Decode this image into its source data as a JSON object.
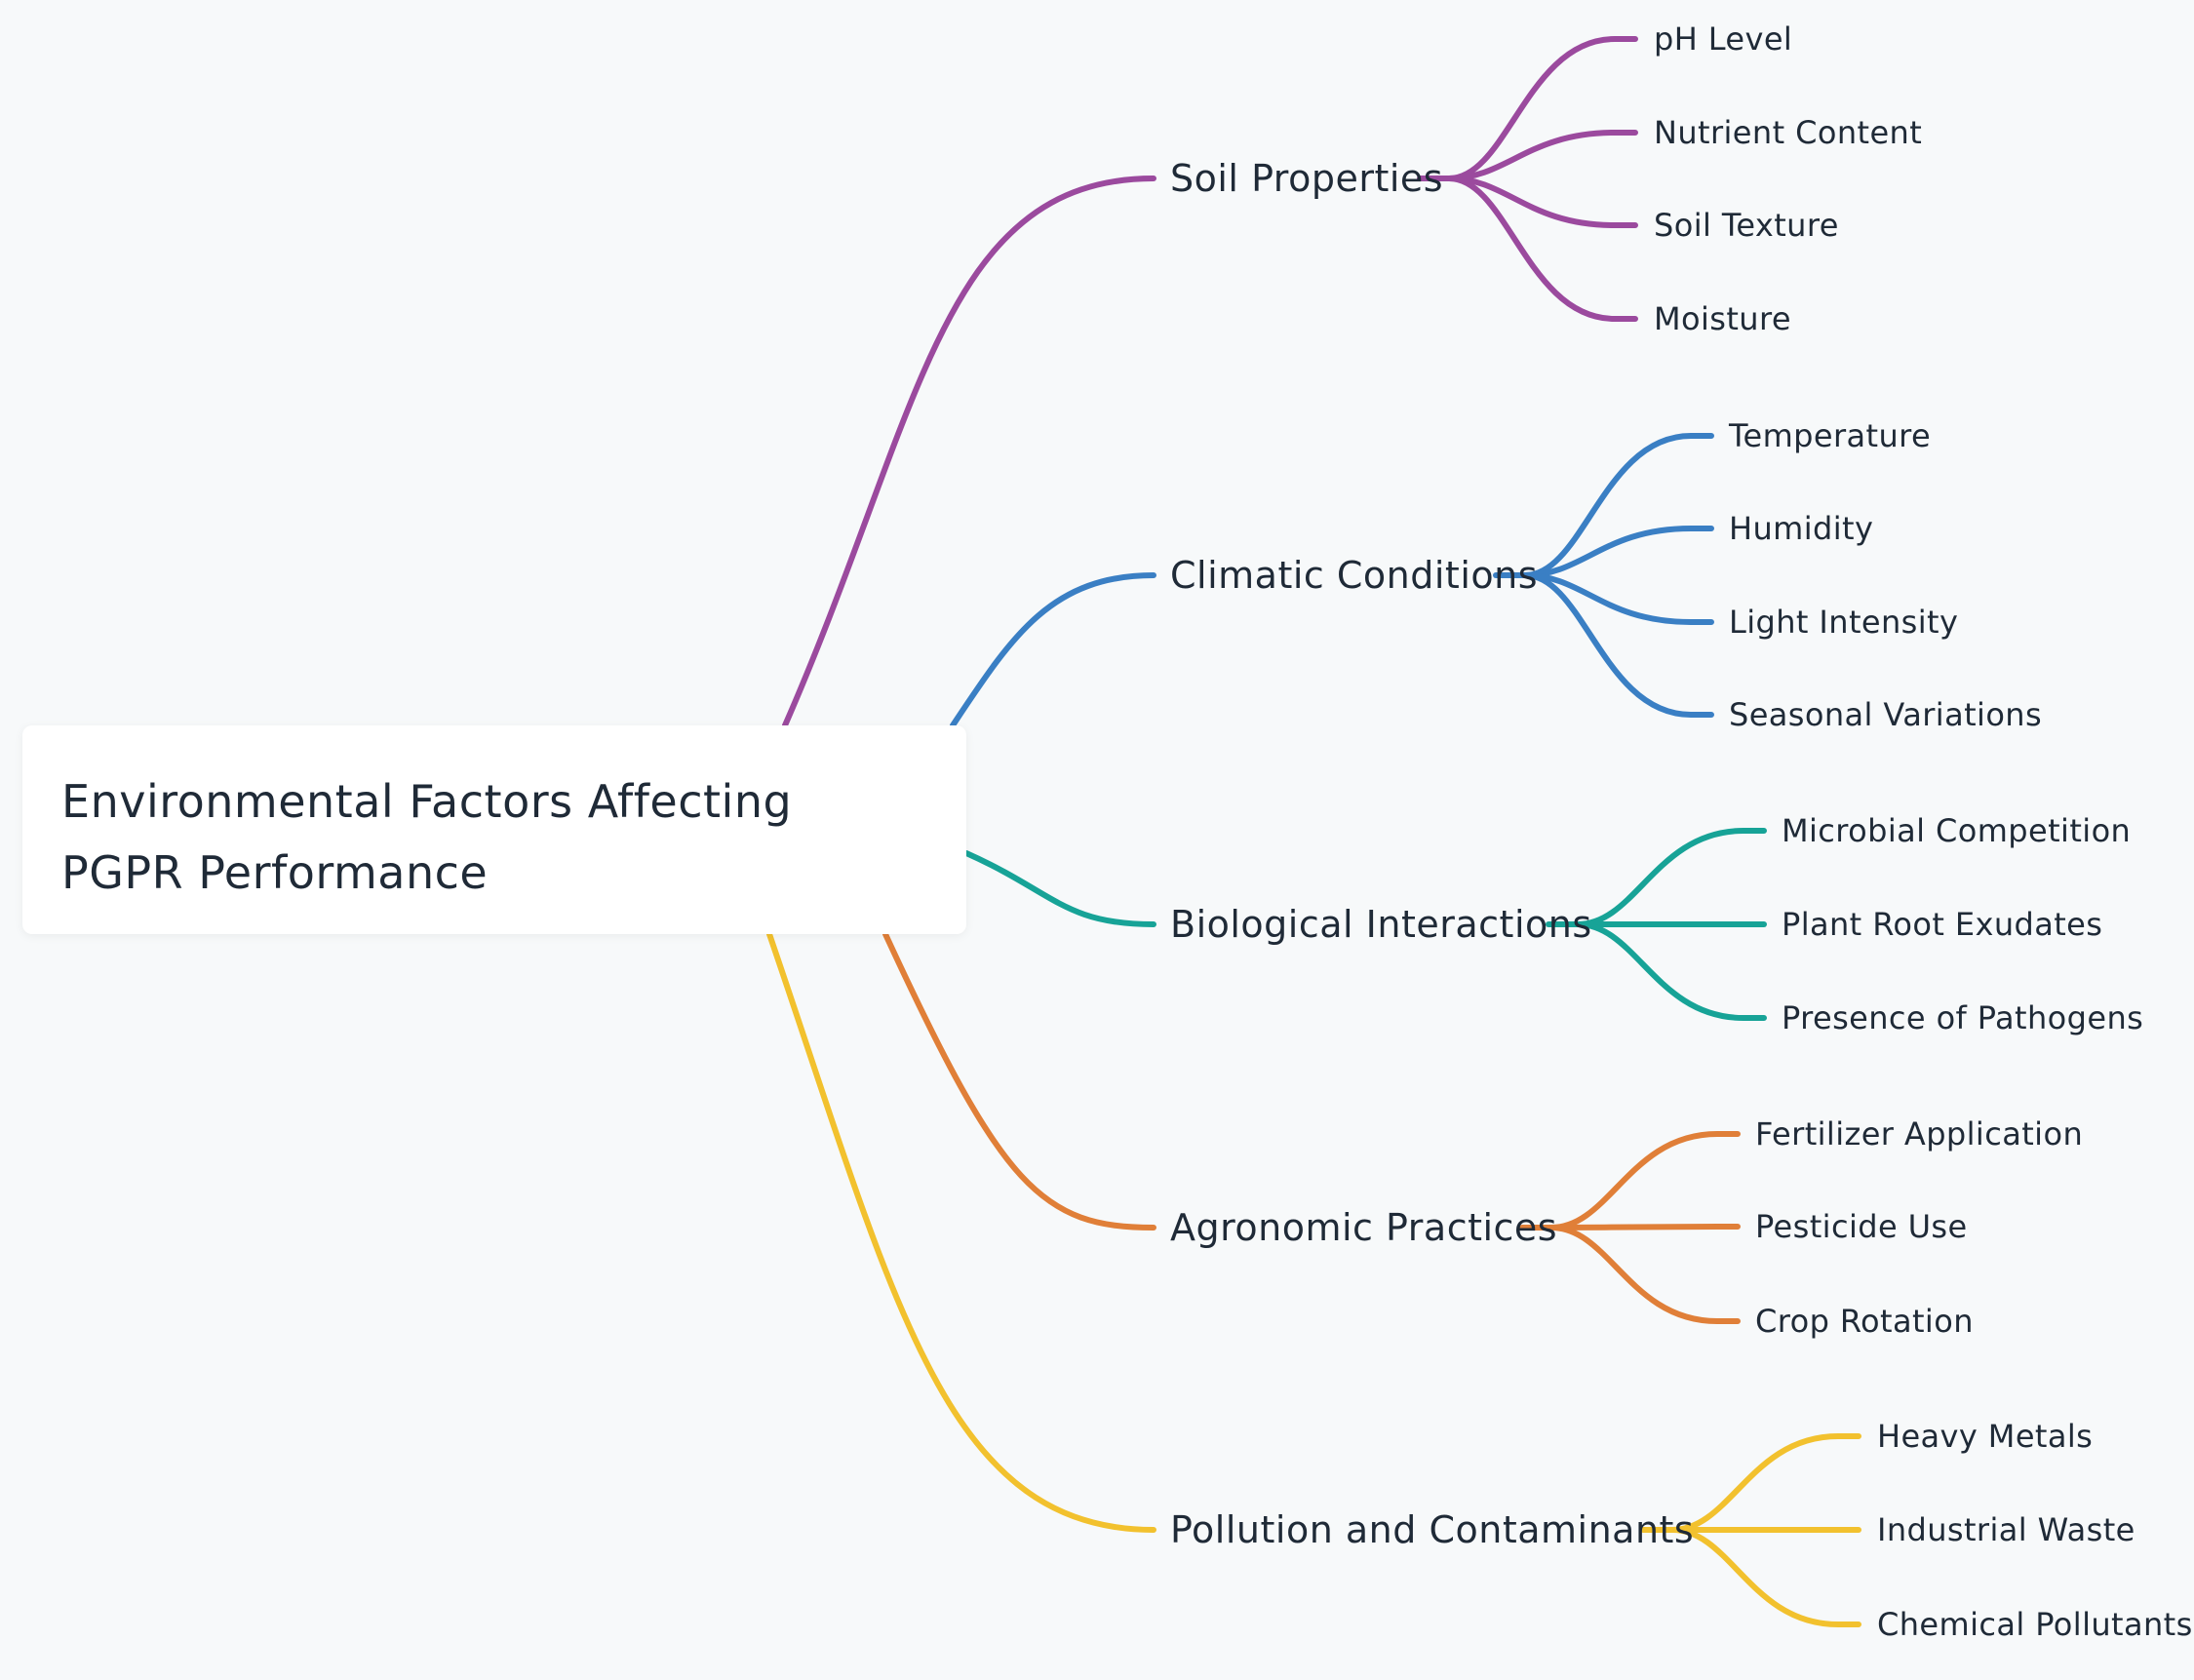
{
  "root": {
    "title": "Environmental Factors Affecting PGPR Performance"
  },
  "branches": [
    {
      "label": "Soil Properties",
      "color": "#9b4a9e",
      "children": [
        "pH Level",
        "Nutrient Content",
        "Soil Texture",
        "Moisture"
      ]
    },
    {
      "label": "Climatic Conditions",
      "color": "#3a7fc4",
      "children": [
        "Temperature",
        "Humidity",
        "Light Intensity",
        "Seasonal Variations"
      ]
    },
    {
      "label": "Biological Interactions",
      "color": "#17a397",
      "children": [
        "Microbial Competition",
        "Plant Root Exudates",
        "Presence of Pathogens"
      ]
    },
    {
      "label": "Agronomic Practices",
      "color": "#e07f38",
      "children": [
        "Fertilizer Application",
        "Pesticide Use",
        "Crop Rotation"
      ]
    },
    {
      "label": "Pollution and Contaminants",
      "color": "#f2c12e",
      "children": [
        "Heavy Metals",
        "Industrial Waste",
        "Chemical Pollutants"
      ]
    }
  ]
}
